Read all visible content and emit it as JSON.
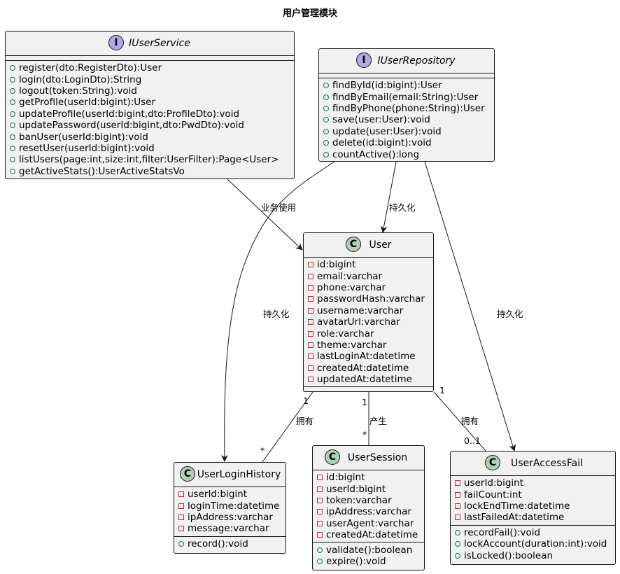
{
  "title": "用户管理模块",
  "colors": {
    "box_fill": "#f1f1f1",
    "border": "#181818",
    "interface_badge": "#b4a7e5",
    "class_badge": "#add1b2",
    "public_marker": "#038048",
    "private_marker": "#c82930"
  },
  "iuserservice": {
    "badge": "I",
    "name": "IUserService",
    "methods": [
      "register(dto:RegisterDto):User",
      "login(dto:LoginDto):String",
      "logout(token:String):void",
      "getProfile(userId:bigint):User",
      "updateProfile(userId:bigint,dto:ProfileDto):void",
      "updatePassword(userId:bigint,dto:PwdDto):void",
      "banUser(userId:bigint):void",
      "resetUser(userId:bigint):void",
      "listUsers(page:int,size:int,filter:UserFilter):Page<User>",
      "getActiveStats():UserActiveStatsVo"
    ]
  },
  "iuserrepository": {
    "badge": "I",
    "name": "IUserRepository",
    "methods": [
      "findById(id:bigint):User",
      "findByEmail(email:String):User",
      "findByPhone(phone:String):User",
      "save(user:User):void",
      "update(user:User):void",
      "delete(id:bigint):void",
      "countActive():long"
    ]
  },
  "user": {
    "badge": "C",
    "name": "User",
    "fields": [
      "id:bigint",
      "email:varchar",
      "phone:varchar",
      "passwordHash:varchar",
      "username:varchar",
      "avatarUrl:varchar",
      "role:varchar",
      "theme:varchar",
      "lastLoginAt:datetime",
      "createdAt:datetime",
      "updatedAt:datetime"
    ]
  },
  "userloginhistory": {
    "badge": "C",
    "name": "UserLoginHistory",
    "fields": [
      "userId:bigint",
      "loginTime:datetime",
      "ipAddress:varchar",
      "message:varchar"
    ],
    "methods": [
      "record():void"
    ]
  },
  "usersession": {
    "badge": "C",
    "name": "UserSession",
    "fields": [
      "id:bigint",
      "userId:bigint",
      "token:varchar",
      "ipAddress:varchar",
      "userAgent:varchar",
      "createdAt:datetime"
    ],
    "methods": [
      "validate():boolean",
      "expire():void"
    ]
  },
  "useraccessfail": {
    "badge": "C",
    "name": "UserAccessFail",
    "fields": [
      "userId:bigint",
      "failCount:int",
      "lockEndTime:datetime",
      "lastFailedAt:datetime"
    ],
    "methods": [
      "recordFail():void",
      "lockAccount(duration:int):void",
      "isLocked():boolean"
    ]
  },
  "edges": {
    "service_user": "业务使用",
    "repo_user": "持久化",
    "repo_history": "持久化",
    "repo_fail": "持久化",
    "user_history": "拥有",
    "user_history_src_mult": "1",
    "user_history_dst_mult": "*",
    "user_session": "产生",
    "user_session_src_mult": "1",
    "user_session_dst_mult": "*",
    "user_fail": "拥有",
    "user_fail_src_mult": "1",
    "user_fail_dst_mult": "0..1"
  }
}
